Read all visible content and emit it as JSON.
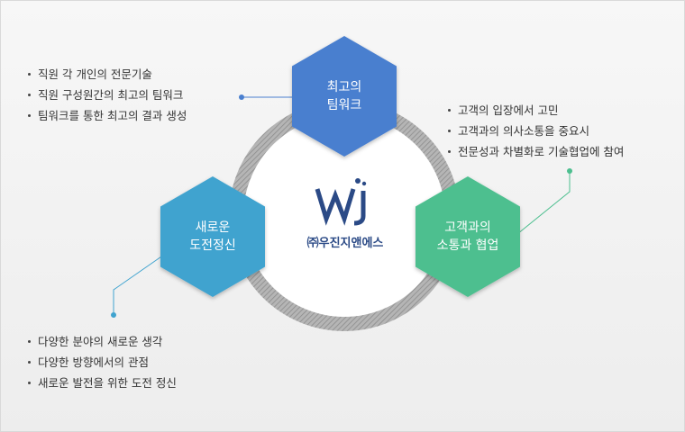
{
  "colors": {
    "top_hex": "#4a7fcf",
    "left_hex": "#3fa3cf",
    "right_hex": "#4dbf8f",
    "logo": "#2b4a86",
    "connector_top": "#4a7fcf",
    "connector_left": "#3fa3cf",
    "connector_right": "#4dbf8f"
  },
  "center": {
    "logo_mark": "WJ",
    "company_name": "㈜우진지앤에스"
  },
  "nodes": {
    "top": {
      "line1": "최고의",
      "line2": "팀워크"
    },
    "left": {
      "line1": "새로운",
      "line2": "도전정신"
    },
    "right": {
      "line1": "고객과의",
      "line2": "소통과 협업"
    }
  },
  "lists": {
    "top_left": [
      "직원 각 개인의 전문기술",
      "직원 구성원간의 최고의 팀워크",
      "팀워크를 통한 최고의 결과 생성"
    ],
    "right": [
      "고객의 입장에서 고민",
      "고객과의 의사소통을 중요시",
      "전문성과 차별화로 기술협업에 참여"
    ],
    "bottom_left": [
      "다양한 분야의 새로운 생각",
      "다양한 방향에서의 관점",
      "새로운 발전을 위한 도전 정신"
    ]
  }
}
